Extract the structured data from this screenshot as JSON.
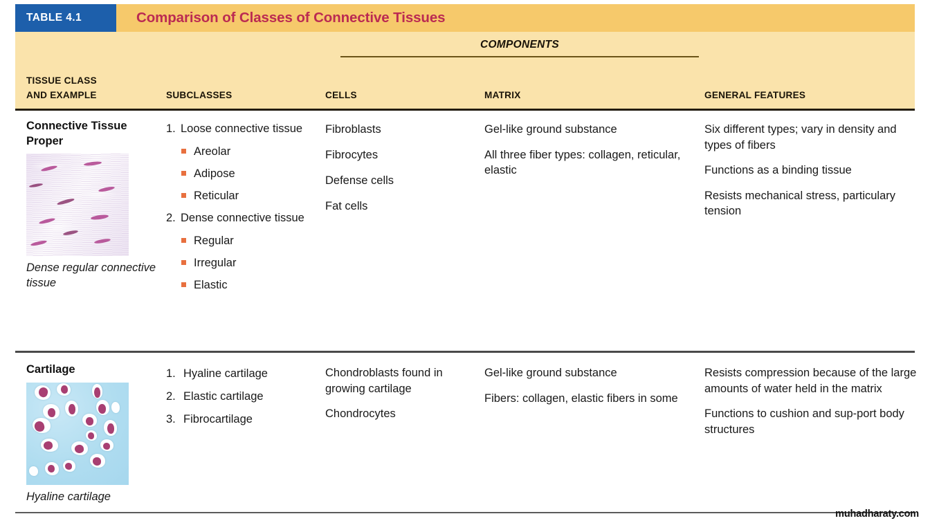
{
  "table": {
    "badge": "TABLE 4.1",
    "title": "Comparison of Classes of Connective Tissues",
    "group_header": "COMPONENTS",
    "colors": {
      "badge_bg": "#1d5fab",
      "title_band_bg": "#f6c96b",
      "title_text": "#bb2a52",
      "header_bg": "#fae3ab",
      "bullet": "#e8703f",
      "rule_dark": "#221c10"
    },
    "columns": [
      {
        "id": "tissue",
        "label_line1": "TISSUE CLASS",
        "label_line2": "AND EXAMPLE"
      },
      {
        "id": "subclasses",
        "label": "SUBCLASSES"
      },
      {
        "id": "cells",
        "label": "CELLS"
      },
      {
        "id": "matrix",
        "label": "MATRIX"
      },
      {
        "id": "general",
        "label": "GENERAL FEATURES"
      }
    ],
    "rows": [
      {
        "tissue_class": "Connective Tissue Proper",
        "image_caption": "Dense regular connective tissue",
        "image_alt": "dense-regular-connective-tissue-micrograph",
        "subclasses": [
          {
            "number": "1.",
            "text": "Loose connective tissue",
            "bullets": [
              "Areolar",
              "Adipose",
              "Reticular"
            ]
          },
          {
            "number": "2.",
            "text": "Dense connective tissue",
            "bullets": [
              "Regular",
              "Irregular",
              "Elastic"
            ]
          }
        ],
        "cells": [
          "Fibroblasts",
          "Fibrocytes",
          "Defense cells",
          "Fat cells"
        ],
        "matrix": [
          "Gel-like ground substance",
          "All three fiber types: collagen, reticular, elastic"
        ],
        "general_features": [
          "Six different types; vary in density and types of fibers",
          "Functions as a binding tissue",
          "Resists mechanical stress, particulary tension"
        ]
      },
      {
        "tissue_class": "Cartilage",
        "image_caption": "Hyaline cartilage",
        "image_alt": "hyaline-cartilage-micrograph",
        "subclasses": [
          {
            "number": "1.",
            "text": "Hyaline cartilage",
            "bullets": []
          },
          {
            "number": "2.",
            "text": "Elastic cartilage",
            "bullets": []
          },
          {
            "number": "3.",
            "text": "Fibrocartilage",
            "bullets": []
          }
        ],
        "cells": [
          "Chondroblasts found in growing cartilage",
          "Chondrocytes"
        ],
        "matrix": [
          "Gel-like ground substance",
          "Fibers: collagen, elastic fibers in some"
        ],
        "general_features": [
          "Resists compression because of the large amounts of water held in the matrix",
          "Functions to cushion and sup-port body structures"
        ]
      }
    ]
  },
  "watermark": "muhadharaty.com"
}
